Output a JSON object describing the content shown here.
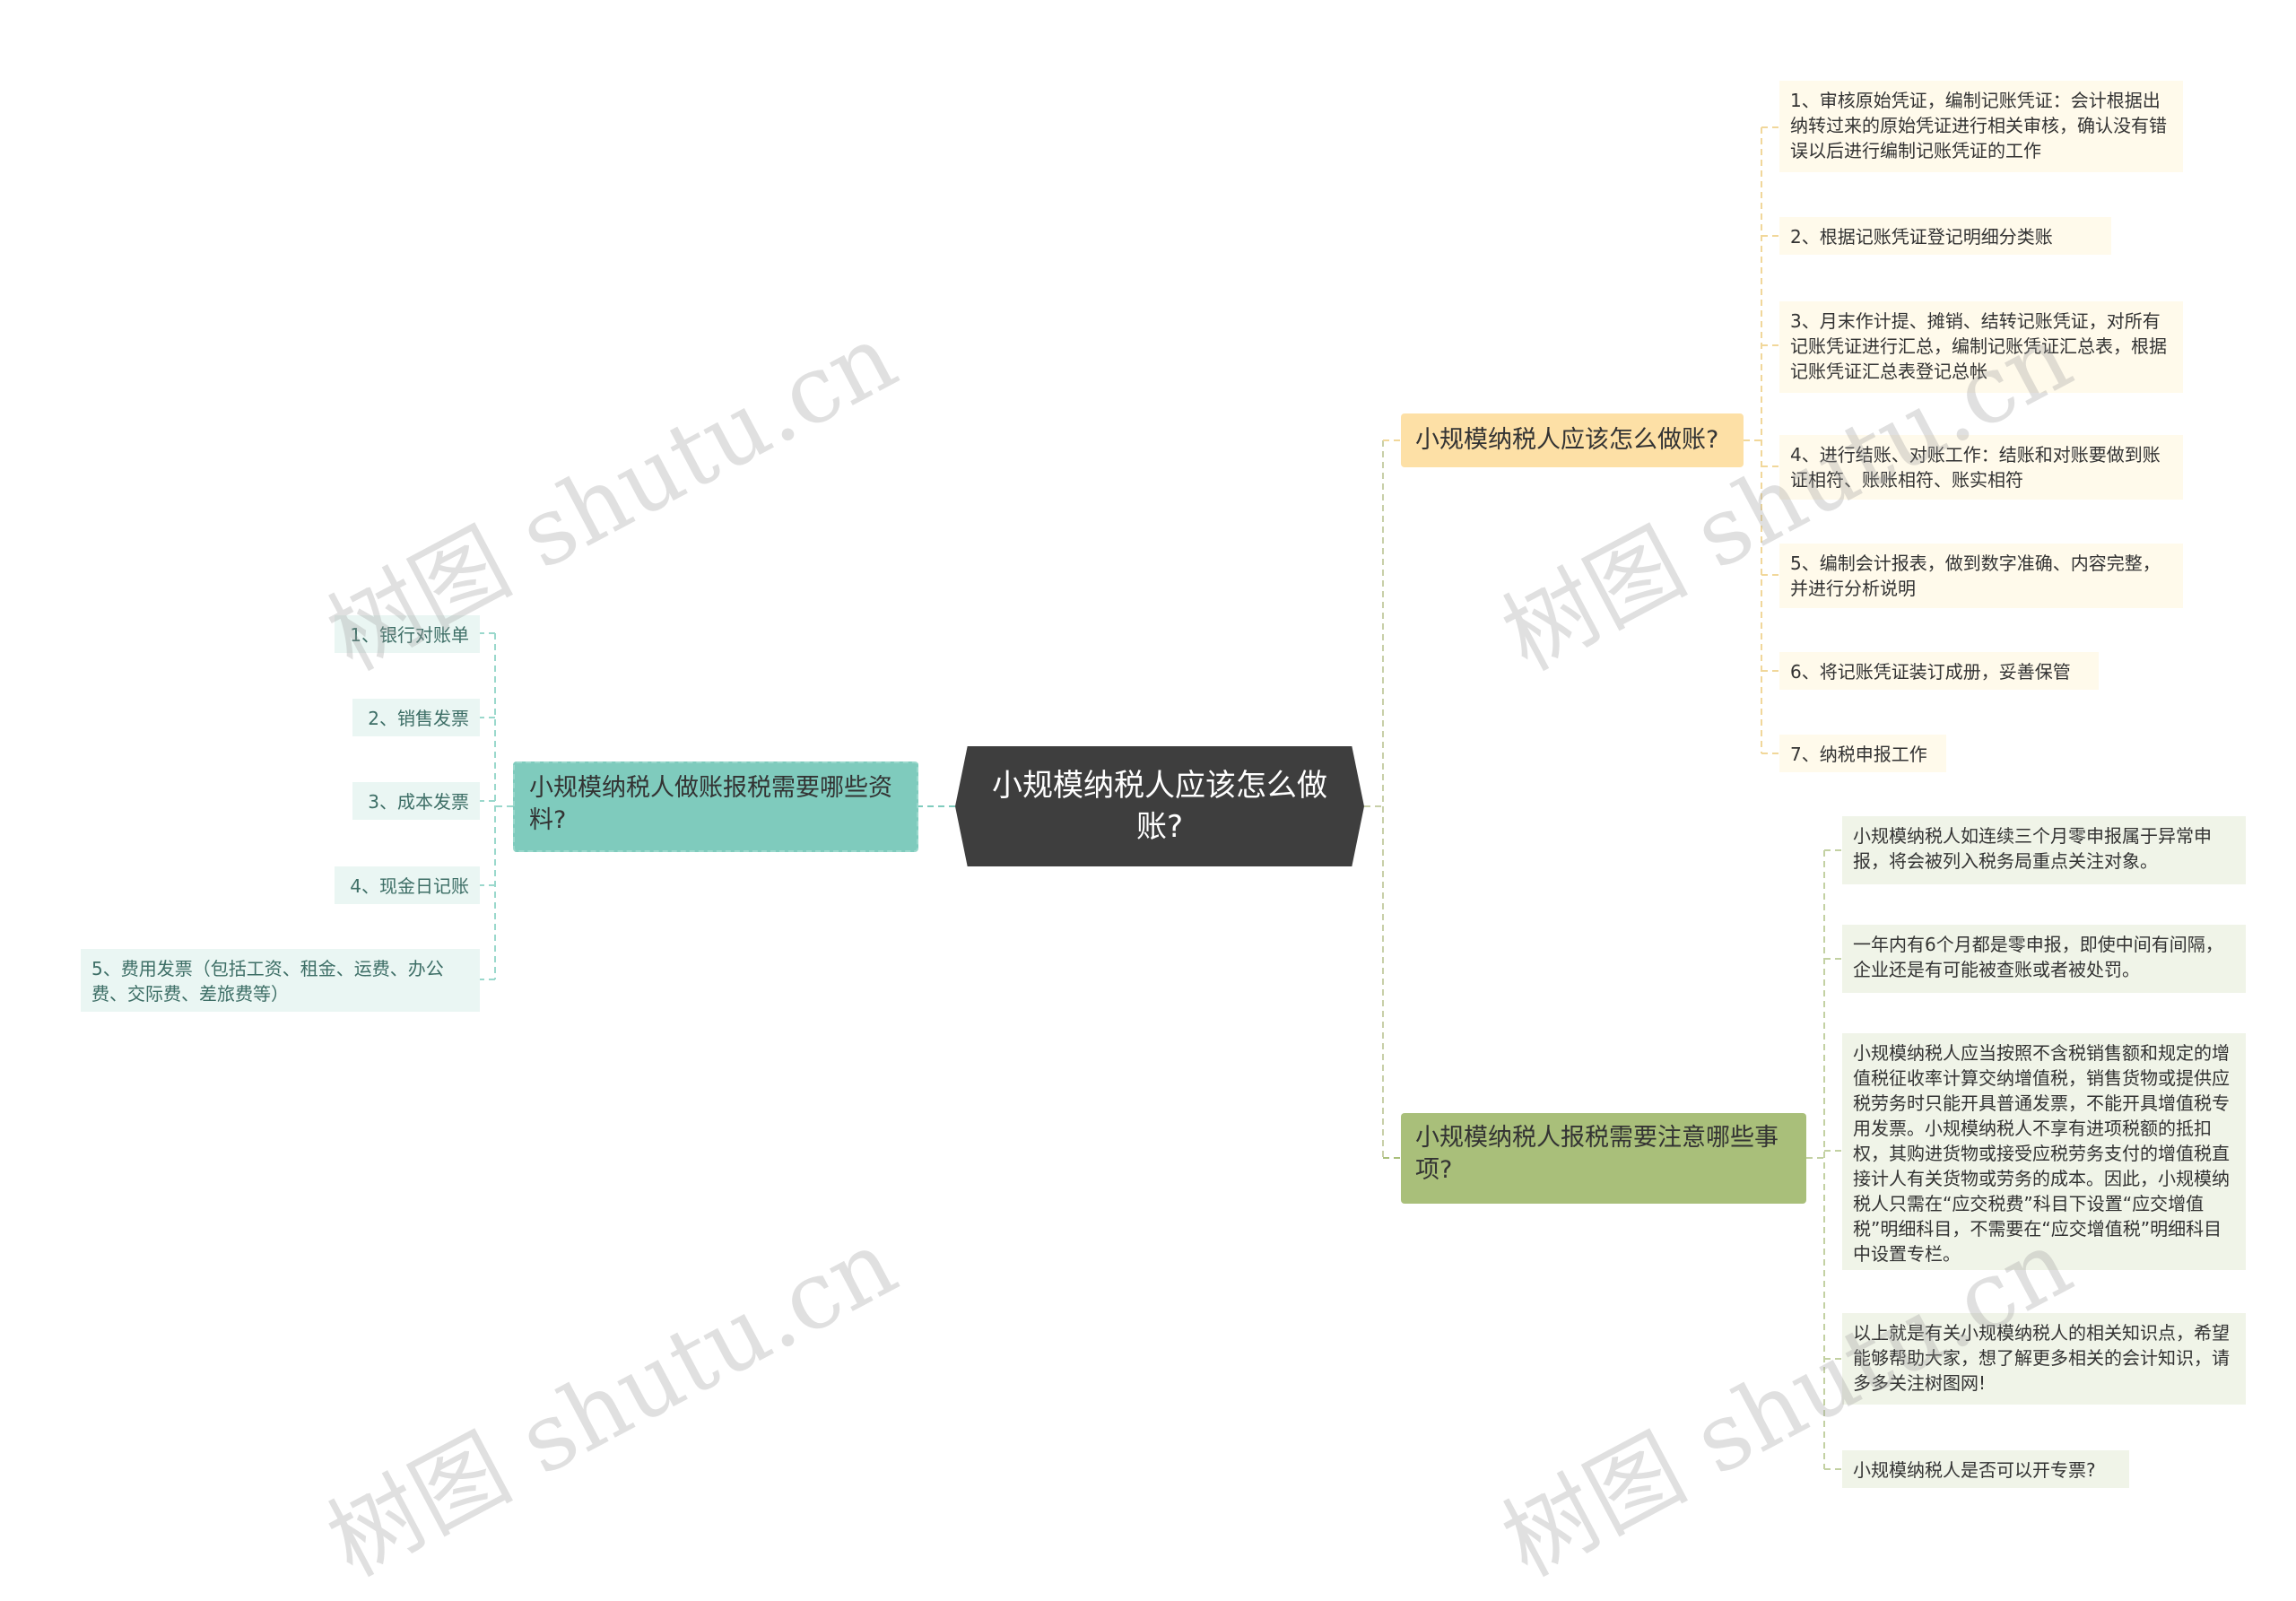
{
  "mindmap": {
    "center": {
      "label": "小规模纳税人应该怎么做账?"
    },
    "left_branch": {
      "label": "小规模纳税人做账报税需要哪些资料?",
      "items": [
        "1、银行对账单",
        "2、销售发票",
        "3、成本发票",
        "4、现金日记账",
        "5、费用发票（包括工资、租金、运费、办公费、交际费、差旅费等）"
      ]
    },
    "accounting_branch": {
      "label": "小规模纳税人应该怎么做账?",
      "items": [
        "1、审核原始凭证，编制记账凭证：会计根据出纳转过来的原始凭证进行相关审核，确认没有错误以后进行编制记账凭证的工作",
        "2、根据记账凭证登记明细分类账",
        "3、月末作计提、摊销、结转记账凭证，对所有记账凭证进行汇总，编制记账凭证汇总表，根据记账凭证汇总表登记总帐",
        "4、进行结账、对账工作：结账和对账要做到账证相符、账账相符、账实相符",
        "5、编制会计报表，做到数字准确、内容完整，并进行分析说明",
        "6、将记账凭证装订成册，妥善保管",
        "7、纳税申报工作"
      ]
    },
    "tax_branch": {
      "label": "小规模纳税人报税需要注意哪些事项?",
      "items": [
        "小规模纳税人如连续三个月零申报属于异常申报，将会被列入税务局重点关注对象。",
        "一年内有6个月都是零申报，即使中间有间隔，企业还是有可能被查账或者被处罚。",
        "小规模纳税人应当按照不含税销售额和规定的增值税征收率计算交纳增值税，销售货物或提供应税劳务时只能开具普通发票，不能开具增值税专用发票。小规模纳税人不享有进项税额的抵扣权，其购进货物或接受应税劳务支付的增值税直接计人有关货物或劳务的成本。因此，小规模纳税人只需在“应交税费”科目下设置“应交增值税”明细科目，不需要在“应交增值税”明细科目中设置专栏。",
        "以上就是有关小规模纳税人的相关知识点，希望能够帮助大家，想了解更多相关的会计知识，请多多关注树图网!",
        "小规模纳税人是否可以开专票?"
      ]
    }
  },
  "watermark": {
    "text": "树图 shutu.cn"
  },
  "colors": {
    "center_bg": "#3e3e3e",
    "left_branch_bg": "#7fcbbd",
    "accounting_branch_bg": "#fde0a6",
    "tax_branch_bg": "#a9bf7a"
  }
}
